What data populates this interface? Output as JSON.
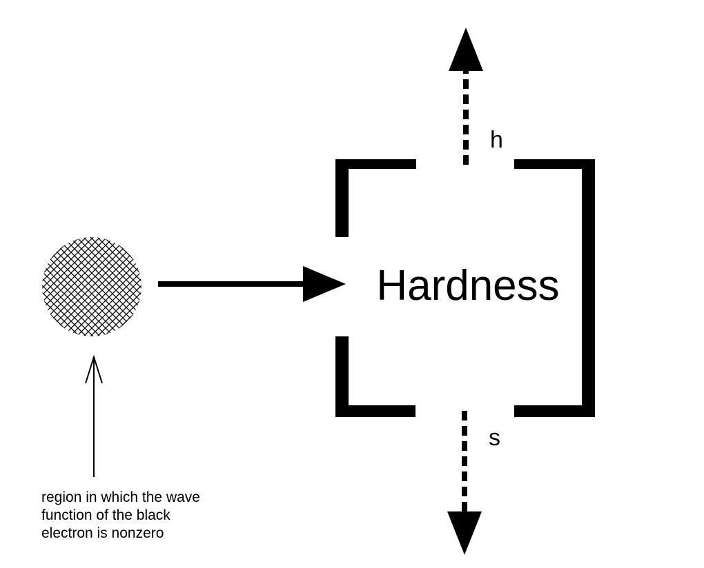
{
  "box": {
    "label": "Hardness"
  },
  "outputs": {
    "top_label": "h",
    "bottom_label": "s"
  },
  "annotation": {
    "lines": [
      "region in which the wave",
      "function of the black",
      "electron is nonzero"
    ]
  },
  "colors": {
    "ink": "#000000",
    "background": "#ffffff"
  }
}
